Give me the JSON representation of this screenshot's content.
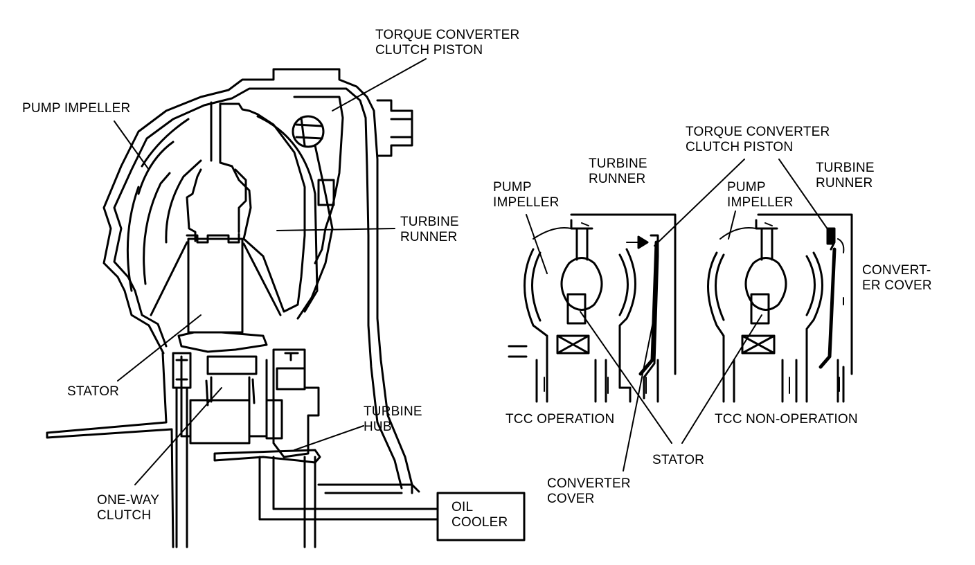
{
  "colors": {
    "ink": "#000000",
    "paper": "#ffffff"
  },
  "labels": {
    "tcc_piston_main": [
      "TORQUE CONVERTER",
      "CLUTCH PISTON"
    ],
    "pump_impeller_main": [
      "PUMP IMPELLER"
    ],
    "turbine_runner_main": [
      "TURBINE",
      "RUNNER"
    ],
    "stator_main": [
      "STATOR"
    ],
    "turbine_hub": [
      "TURBINE",
      "HUB"
    ],
    "one_way_clutch": [
      "ONE-WAY",
      "CLUTCH"
    ],
    "oil_cooler": [
      "OIL",
      "COOLER"
    ],
    "tcc_piston_right": [
      "TORQUE CONVERTER",
      "CLUTCH PISTON"
    ],
    "turbine_runner_a": [
      "TURBINE",
      "RUNNER"
    ],
    "pump_impeller_a": [
      "PUMP",
      "IMPELLER"
    ],
    "pump_impeller_b": [
      "PUMP",
      "IMPELLER"
    ],
    "turbine_runner_b": [
      "TURBINE",
      "RUNNER"
    ],
    "converter_cover_b": [
      "CONVERT-",
      "ER COVER"
    ],
    "tcc_operation": [
      "TCC OPERATION"
    ],
    "tcc_non_operation": [
      "TCC NON-OPERATION"
    ],
    "stator_right": [
      "STATOR"
    ],
    "converter_cover_a": [
      "CONVERTER",
      "COVER"
    ]
  }
}
